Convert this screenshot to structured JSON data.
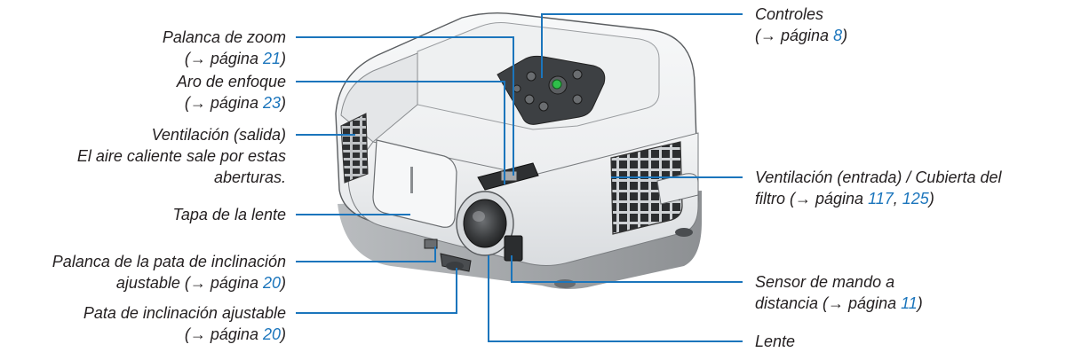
{
  "arrow": "(→ página ",
  "close": ")",
  "sep": ", ",
  "callouts": {
    "zoom": {
      "title": "Palanca de zoom",
      "page": "21"
    },
    "focus": {
      "title": "Aro de enfoque",
      "page": "23"
    },
    "vent_out": {
      "line1": "Ventilación (salida)",
      "line2": "El aire caliente sale por estas",
      "line3": "aberturas."
    },
    "lens_cap": {
      "title": "Tapa de la lente"
    },
    "tilt_lever": {
      "line1": "Palanca de la pata de inclinación",
      "line2": "ajustable (→ página ",
      "page": "20"
    },
    "tilt_foot": {
      "title": "Pata de inclinación ajustable",
      "page": "20"
    },
    "controls": {
      "title": "Controles",
      "page": "8"
    },
    "vent_in": {
      "line1": "Ventilación (entrada) / Cubierta del",
      "line2": "filtro (→ página ",
      "page1": "117",
      "page2": "125"
    },
    "remote": {
      "line1": "Sensor de mando a",
      "line2": "distancia (→ página ",
      "page": "11"
    },
    "lens": {
      "title": "Lente"
    }
  },
  "colors": {
    "leader": "#1b75bc",
    "text": "#231f20",
    "link": "#1b75bc",
    "body": "#f4f5f6",
    "outline": "#5a5d60"
  }
}
